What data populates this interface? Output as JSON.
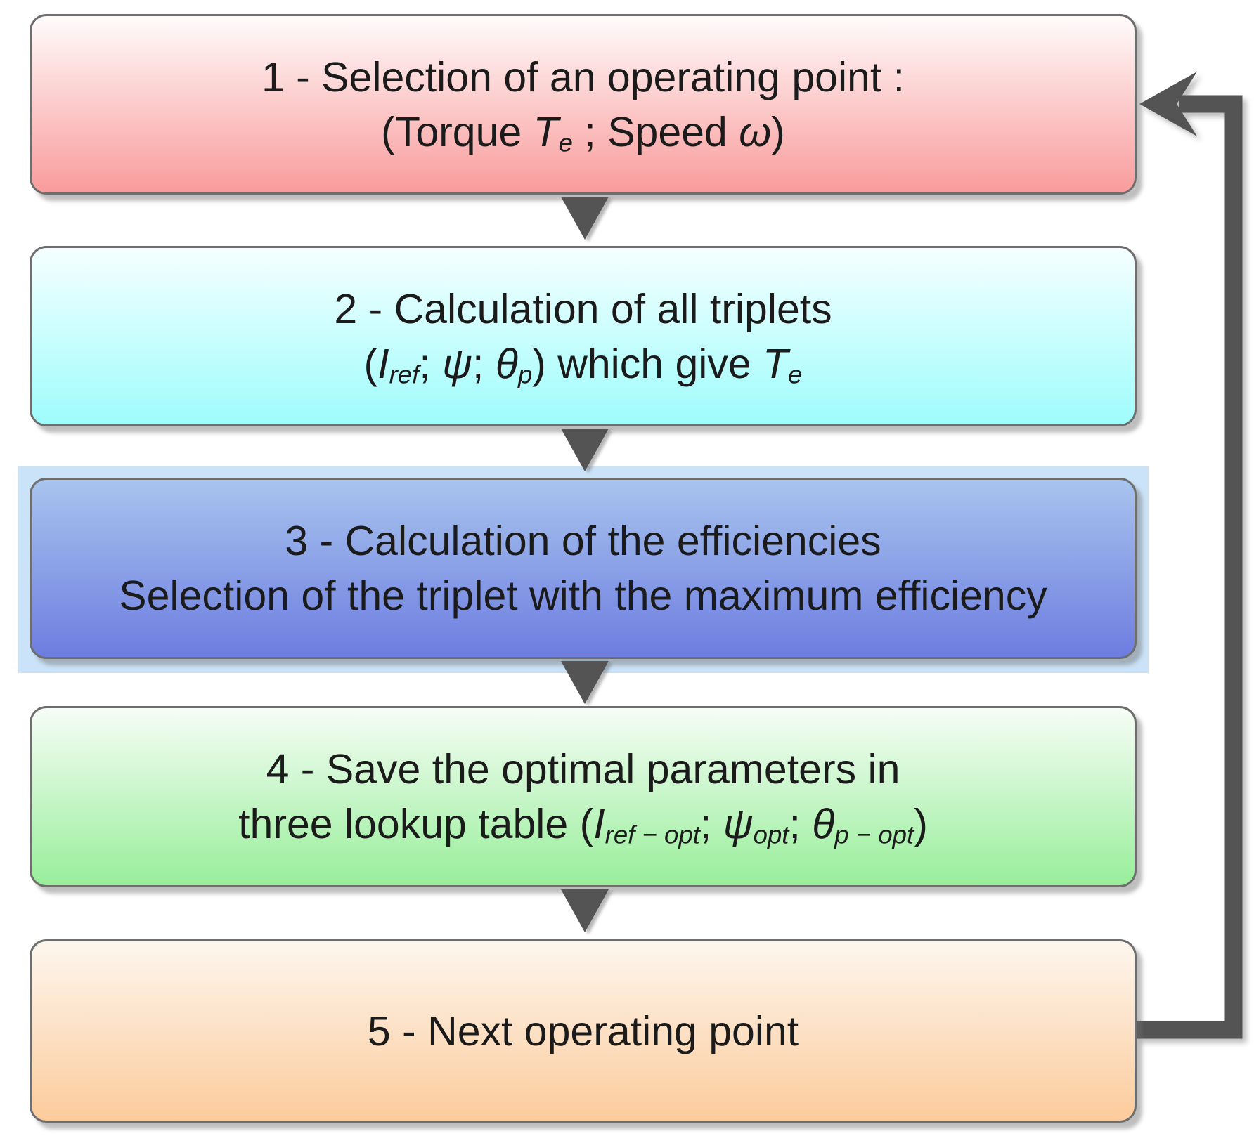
{
  "figure": {
    "type": "flowchart",
    "direction": "top-down",
    "loop": {
      "from": "step-5",
      "to": "step-1",
      "side": "right"
    }
  },
  "colors": {
    "box_border": "#6e6e6e",
    "arrow": "#545454",
    "text": "#1b1b1b",
    "step3_halo": "#cbe3f8"
  },
  "steps": [
    {
      "number": "1",
      "name": "selection-of-operating-point",
      "color_top": "#fffbfb",
      "color_bottom": "#f99b9b",
      "lines": [
        [
          {
            "t": "1 - Selection of an operating point :"
          }
        ],
        [
          {
            "t": "(Torque "
          },
          {
            "t": "T",
            "italic": true
          },
          {
            "t": "e",
            "italic": true,
            "sub": true
          },
          {
            "t": " ; Speed "
          },
          {
            "t": "ω",
            "italic": true
          },
          {
            "t": ")"
          }
        ]
      ]
    },
    {
      "number": "2",
      "name": "calculation-of-all-triplets",
      "color_top": "#f5ffff",
      "color_bottom": "#9ffcfc",
      "lines": [
        [
          {
            "t": "2 - Calculation of all triplets"
          }
        ],
        [
          {
            "t": "("
          },
          {
            "t": "I",
            "italic": true
          },
          {
            "t": "ref",
            "italic": true,
            "sub": true
          },
          {
            "t": "; "
          },
          {
            "t": "ψ",
            "italic": true
          },
          {
            "t": "; "
          },
          {
            "t": "θ",
            "italic": true
          },
          {
            "t": "p",
            "italic": true,
            "sub": true
          },
          {
            "t": ") which give "
          },
          {
            "t": "T",
            "italic": true
          },
          {
            "t": "e",
            "italic": true,
            "sub": true
          }
        ]
      ]
    },
    {
      "number": "3",
      "name": "calculation-of-efficiencies",
      "color_top": "#a8c4ee",
      "color_bottom": "#6d7de0",
      "highlighted": true,
      "lines": [
        [
          {
            "t": "3 - Calculation of the efficiencies"
          }
        ],
        [
          {
            "t": "Selection of the triplet with the maximum efficiency"
          }
        ]
      ]
    },
    {
      "number": "4",
      "name": "save-optimal-parameters",
      "color_top": "#f6fdf6",
      "color_bottom": "#98ee9a",
      "lines": [
        [
          {
            "t": "4 - Save the optimal parameters in"
          }
        ],
        [
          {
            "t": "three lookup table ("
          },
          {
            "t": "I",
            "italic": true
          },
          {
            "t": "ref − opt",
            "italic": true,
            "sub": true
          },
          {
            "t": "; "
          },
          {
            "t": "ψ",
            "italic": true
          },
          {
            "t": "opt",
            "italic": true,
            "sub": true
          },
          {
            "t": "; "
          },
          {
            "t": "θ",
            "italic": true
          },
          {
            "t": "p − opt",
            "italic": true,
            "sub": true
          },
          {
            "t": ")"
          }
        ]
      ]
    },
    {
      "number": "5",
      "name": "next-operating-point",
      "color_top": "#fdf6ee",
      "color_bottom": "#fccb9b",
      "lines": [
        [
          {
            "t": "5 - Next operating point"
          }
        ]
      ]
    }
  ]
}
